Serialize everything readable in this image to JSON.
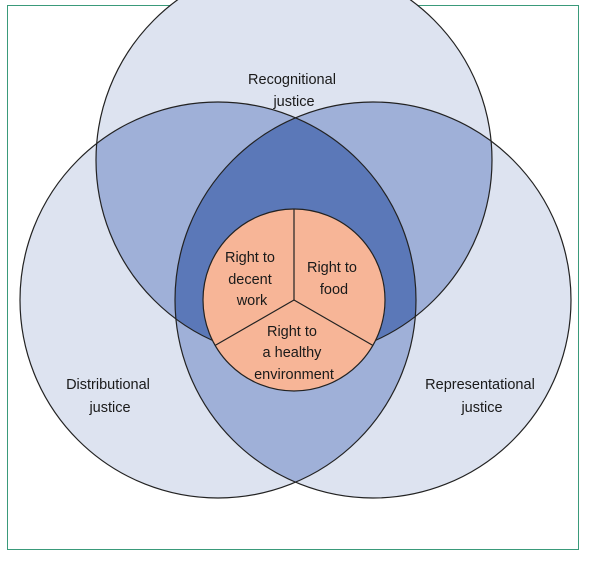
{
  "venn": {
    "recognitional": [
      "Recognitional",
      "justice"
    ],
    "distributional": [
      "Distributional",
      "justice"
    ],
    "representational": [
      "Representational",
      "justice"
    ]
  },
  "core": {
    "decent_work": [
      "Right to",
      "decent",
      "work"
    ],
    "food": [
      "Right to",
      "food"
    ],
    "environment": [
      "Right to",
      "a healthy",
      "environment"
    ]
  },
  "colors": {
    "outer_circle": "#dde3f0",
    "pair_overlap": "#9fb0d8",
    "triple_overlap": "#5b78b8",
    "core_fill": "#f7b597",
    "frame": "#3a9a7a",
    "stroke": "#222222"
  }
}
